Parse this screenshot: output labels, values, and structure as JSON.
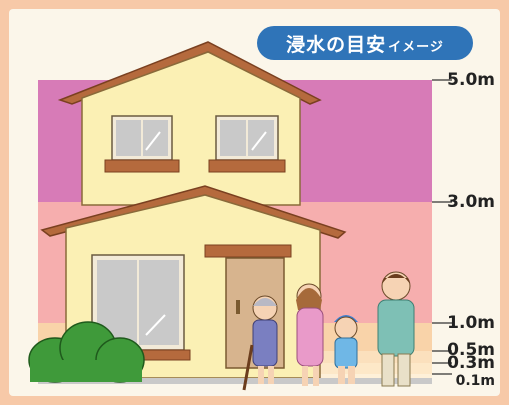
{
  "title": {
    "main": "浸水の目安",
    "suffix": "イメージ"
  },
  "levels": [
    {
      "label": "5.0m",
      "depth": 5.0
    },
    {
      "label": "3.0m",
      "depth": 3.0
    },
    {
      "label": "1.0m",
      "depth": 1.0
    },
    {
      "label": "0.5m",
      "depth": 0.5
    },
    {
      "label": "0.3m",
      "depth": 0.3
    },
    {
      "label": "0.1m",
      "depth": 0.1
    }
  ],
  "colors": {
    "band_5m": "#d77bb7",
    "band_3m": "#f6aeae",
    "band_1m": "#f9d3a9",
    "badge": "#2f74b8",
    "wall": "#fbf0b4",
    "roof": "#b56a3d"
  }
}
